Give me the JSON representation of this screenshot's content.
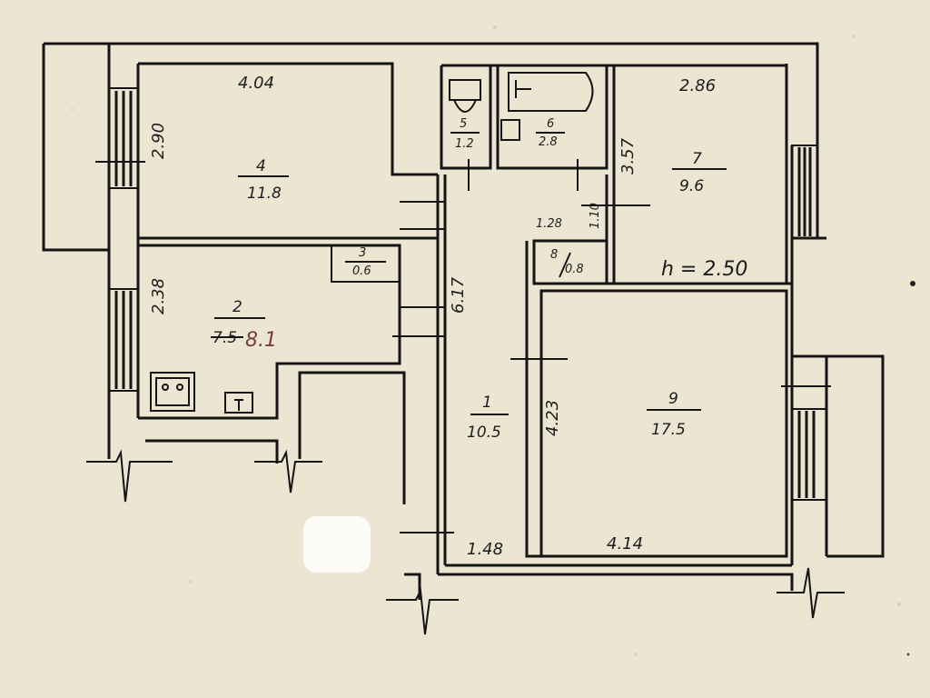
{
  "rooms": [
    {
      "number": "1",
      "area": "10.5"
    },
    {
      "number": "2",
      "area": "7.5",
      "area_corrected": "8.1"
    },
    {
      "number": "3",
      "area": "0.6"
    },
    {
      "number": "4",
      "area": "11.8"
    },
    {
      "number": "5",
      "area": "1.2"
    },
    {
      "number": "6",
      "area": "2.8"
    },
    {
      "number": "7",
      "area": "9.6"
    },
    {
      "number": "8",
      "area": "0.8"
    },
    {
      "number": "9",
      "area": "17.5"
    }
  ],
  "dimensions": {
    "room4_width": "4.04",
    "room4_depth": "2.90",
    "room7_width": "2.86",
    "room7_depth": "3.57",
    "door_width": "1.10",
    "room8_width": "1.28",
    "room2_depth": "2.38",
    "corridor_length": "6.17",
    "room9_depth": "4.23",
    "room9_width": "4.14",
    "corridor_width": "1.48"
  },
  "ceiling_height": "h = 2.50"
}
